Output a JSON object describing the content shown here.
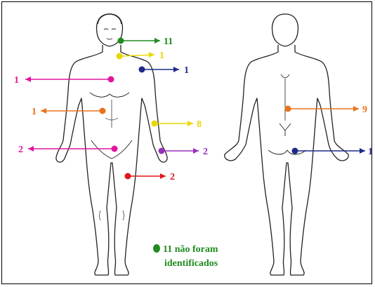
{
  "markers": [
    {
      "id": "neck-front",
      "label": "11",
      "color": "#1e8c1e",
      "view": "front"
    },
    {
      "id": "shoulder-left-front",
      "label": "1",
      "color": "#e8d800",
      "view": "front"
    },
    {
      "id": "shoulder-right-front",
      "label": "1",
      "color": "#1f2a8a",
      "view": "front"
    },
    {
      "id": "chest-front",
      "label": "1",
      "color": "#e0159e",
      "view": "front"
    },
    {
      "id": "abdomen-front",
      "label": "1",
      "color": "#e8731c",
      "view": "front"
    },
    {
      "id": "forearm-front",
      "label": "8",
      "color": "#e8d800",
      "view": "front"
    },
    {
      "id": "groin-front",
      "label": "2",
      "color": "#e0159e",
      "view": "front"
    },
    {
      "id": "hand-front",
      "label": "2",
      "color": "#9b2fbd",
      "view": "front"
    },
    {
      "id": "thigh-front",
      "label": "2",
      "color": "#e0161b",
      "view": "front"
    },
    {
      "id": "back-upper",
      "label": "9",
      "color": "#e8731c",
      "view": "back"
    },
    {
      "id": "buttock-back",
      "label": "1",
      "color": "#1f2a8a",
      "view": "back"
    }
  ],
  "legend": {
    "line1": "11 não foram",
    "line2": "identificados",
    "color": "#1e8c1e"
  }
}
